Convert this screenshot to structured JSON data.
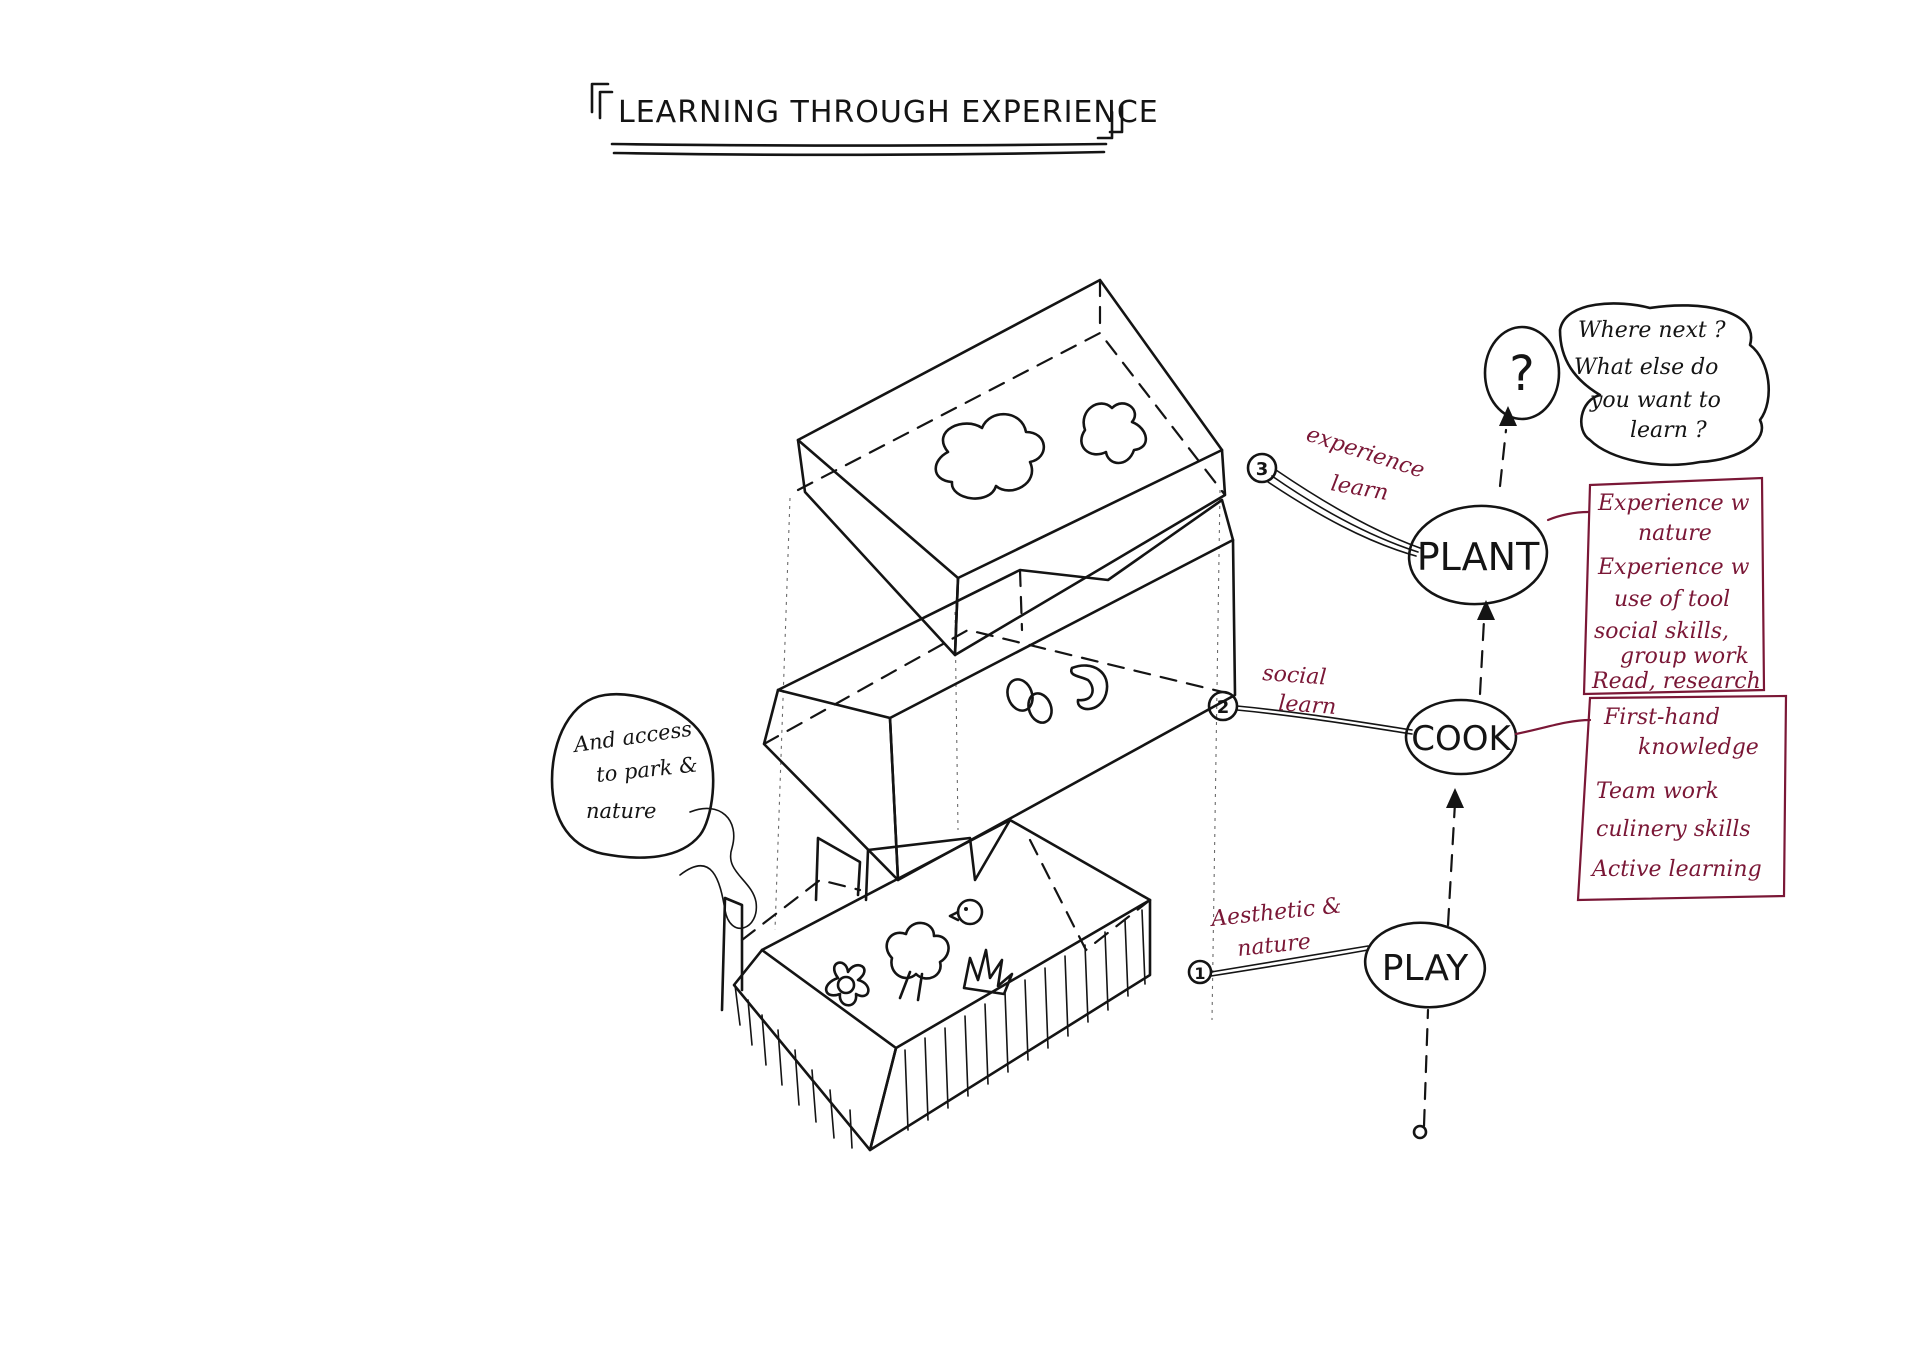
{
  "title": "LEARNING THROUGH EXPERIENCE",
  "stages": [
    {
      "marker": "1",
      "label": "Aesthetic &",
      "label2": "nature",
      "node": "PLAY"
    },
    {
      "marker": "2",
      "label": "social",
      "label2": "learn",
      "node": "COOK"
    },
    {
      "marker": "3",
      "label": "experience",
      "label2": "learn",
      "node": "PLANT"
    }
  ],
  "question_mark": "?",
  "question_bubble": [
    "Where next ?",
    "What else do",
    "you want to",
    "learn ?"
  ],
  "plant_box": [
    "Experience w",
    "nature",
    "Experience w",
    "use of tool",
    "social skills,",
    "group work",
    "Read, research"
  ],
  "cook_box": [
    "First-hand",
    "knowledge",
    "Team work",
    "culinery skills",
    "Active learning"
  ],
  "access_note": [
    "And access",
    "to park &",
    "nature"
  ],
  "colors": {
    "ink": "#141414",
    "accent": "#7a1736",
    "paper": "#ffffff"
  }
}
